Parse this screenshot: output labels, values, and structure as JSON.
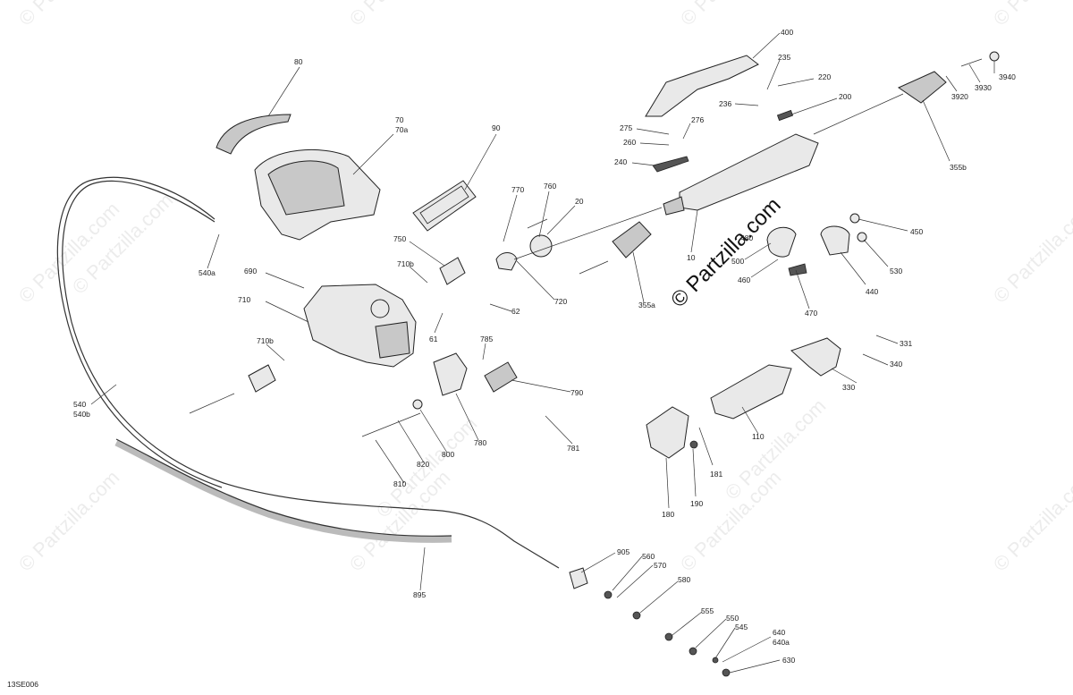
{
  "diagram_code": "13SE006",
  "watermark": "© Partzilla.com",
  "watermark_center": "© Partzilla.com",
  "callouts": [
    "80",
    "70",
    "70a",
    "90",
    "770",
    "760",
    "20",
    "750",
    "710b",
    "690",
    "710",
    "62",
    "61",
    "710b",
    "720",
    "355a",
    "540a",
    "540",
    "540b",
    "785",
    "790",
    "780",
    "781",
    "800",
    "820",
    "810",
    "895",
    "905",
    "560",
    "570",
    "580",
    "555",
    "550",
    "545",
    "640",
    "640a",
    "630",
    "400",
    "235",
    "220",
    "236",
    "200",
    "275",
    "276",
    "260",
    "240",
    "355b",
    "3920",
    "3930",
    "3940",
    "10",
    "480",
    "500",
    "460",
    "470",
    "450",
    "530",
    "440",
    "331",
    "340",
    "330",
    "110",
    "181",
    "190",
    "180"
  ]
}
